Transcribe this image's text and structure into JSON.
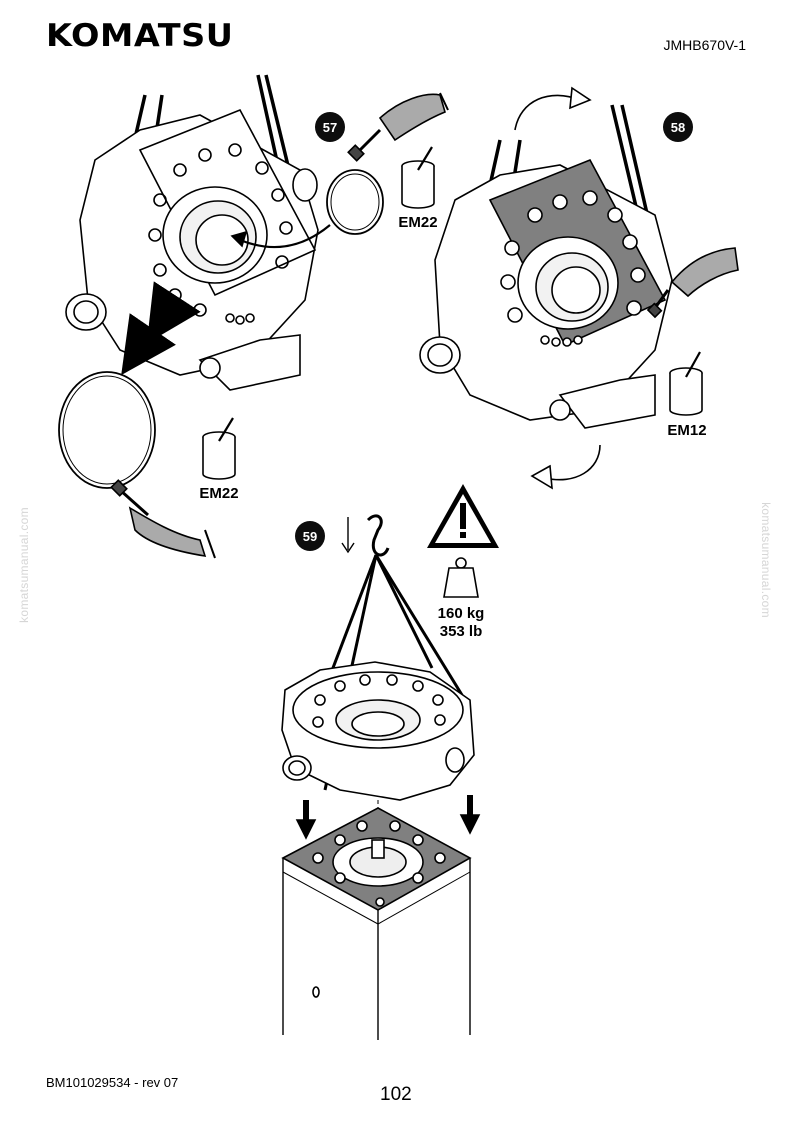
{
  "header": {
    "brand": "KOMATSU",
    "doc_code": "JMHB670V-1"
  },
  "steps": [
    {
      "number": "57",
      "lubricant": "EM22",
      "lubricant_2": "EM22"
    },
    {
      "number": "58",
      "lubricant": "EM12"
    },
    {
      "number": "59",
      "weight_kg": "160 kg",
      "weight_lb": "353 lb"
    }
  ],
  "footer": {
    "doc_ref": "BM101029534 - rev 07",
    "page_number": "102"
  },
  "watermark": "komatsumanual.com",
  "colors": {
    "ink": "#000000",
    "gasket_gray": "#808080",
    "badge": "#0d0d0d",
    "warning_fill": "#ffffff"
  },
  "icons": [
    "brush-icon",
    "grease-pot-icon",
    "hand-icon",
    "warning-triangle-icon",
    "weight-icon",
    "lifting-hook-icon",
    "arrow-down-icon",
    "rotate-arrow-icon"
  ]
}
